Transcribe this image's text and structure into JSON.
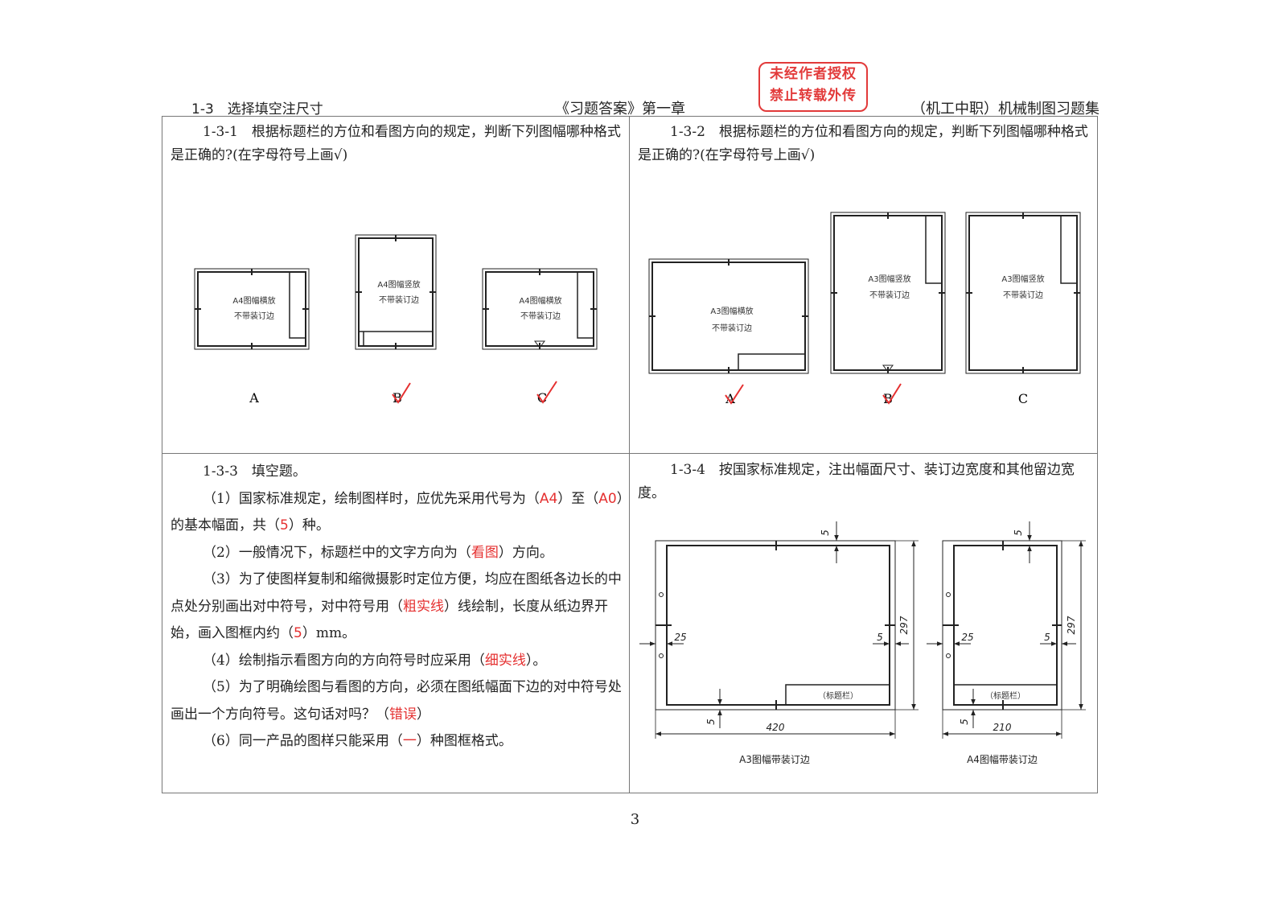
{
  "header": {
    "section": "1-3　选择填空注尺寸",
    "chapter": "《习题答案》第一章",
    "book": "（机工中职）机械制图习题集"
  },
  "stamp": {
    "line1": "未经作者授权",
    "line2": "禁止转载外传"
  },
  "q1": {
    "text": "1-3-1　根据标题栏的方位和看图方向的规定，判断下列图幅哪种格式是正确的?(在字母符号上画√)",
    "frames": [
      {
        "text1": "A4图幅横放",
        "text2": "不带装订边",
        "label": "A"
      },
      {
        "text1": "A4图幅竖放",
        "text2": "不带装订边",
        "label": "B",
        "checked": true
      },
      {
        "text1": "A4图幅横放",
        "text2": "不带装订边",
        "label": "C",
        "checked": true
      }
    ]
  },
  "q2": {
    "text": "1-3-2　根据标题栏的方位和看图方向的规定，判断下列图幅哪种格式是正确的?(在字母符号上画√)",
    "frames": [
      {
        "text1": "A3图幅横放",
        "text2": "不带装订边",
        "label": "A",
        "checked": true
      },
      {
        "text1": "A3图幅竖放",
        "text2": "不带装订边",
        "label": "B",
        "checked": true
      },
      {
        "text1": "A3图幅竖放",
        "text2": "不带装订边",
        "label": "C"
      }
    ]
  },
  "q3": {
    "title": "1-3-3　填空题。",
    "s1a": "（1）国家标准规定，绘制图样时，应优先采用代号为（",
    "a1": "A4",
    "s1b": "）至（",
    "a2": "A0",
    "s1c": "）的基本幅面，共（",
    "a3": "5",
    "s1d": "）种。",
    "s2a": "（2）一般情况下，标题栏中的文字方向为（",
    "a4": "看图",
    "s2b": "）方向。",
    "s3a": "（3）为了使图样复制和缩微摄影时定位方便，均应在图纸各边长的中点处分别画出对中符号，对中符号用（",
    "a5": "粗实线",
    "s3b": "）线绘制，长度从纸边界开始，画入图框内约（",
    "a6": "5",
    "s3c": "）mm。",
    "s4a": "（4）绘制指示看图方向的方向符号时应采用（",
    "a7": "细实线",
    "s4b": "）。",
    "s5a": "（5）为了明确绘图与看图的方向，必须在图纸幅面下边的对中符号处画出一个方向符号。这句话对吗？（",
    "a8": "错误",
    "s5b": "）",
    "s6a": "（6）同一产品的图样只能采用（",
    "a9": "一",
    "s6b": "）种图框格式。"
  },
  "q4": {
    "text": "1-3-4　按国家标准规定，注出幅面尺寸、装订边宽度和其他留边宽度。",
    "a3": {
      "width": "420",
      "height": "297",
      "bind": "25",
      "margin": "5",
      "titleblock": "（标题栏）",
      "caption": "A3图幅带装订边"
    },
    "a4": {
      "width": "210",
      "height": "297",
      "bind": "25",
      "margin": "5",
      "titleblock": "（标题栏）",
      "caption": "A4图幅带装订边"
    }
  },
  "page_number": "3",
  "colors": {
    "answer": "#e53030",
    "line": "#222222",
    "stamp": "#e23a3a"
  }
}
